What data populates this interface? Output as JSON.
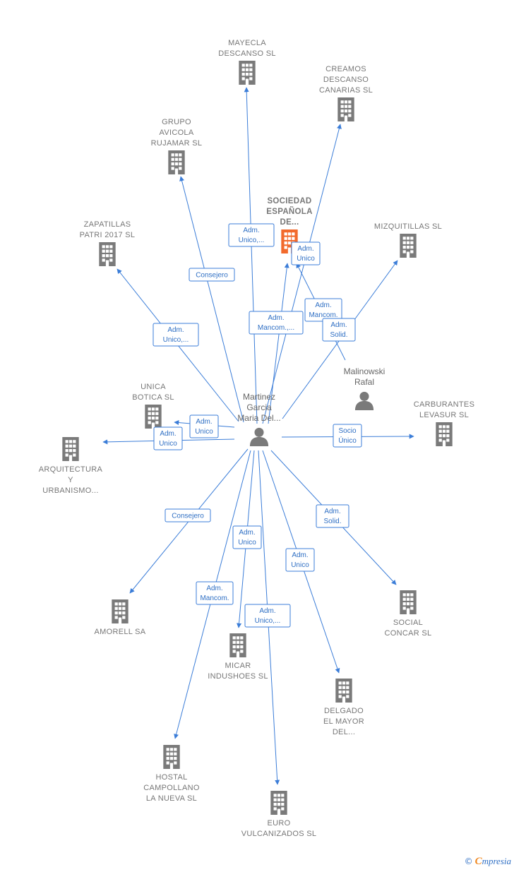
{
  "colors": {
    "edge": "#3b7dd8",
    "building": "#7a7a7a",
    "focus_building": "#f26a2c",
    "person": "#7a7a7a"
  },
  "people": [
    {
      "id": "p_main",
      "lines": [
        "Martinez",
        "Garcia",
        "Maria Del..."
      ],
      "icon": "person-icon"
    },
    {
      "id": "p_mal",
      "lines": [
        "Malinowski",
        "Rafal"
      ],
      "icon": "person-icon"
    }
  ],
  "companies": [
    {
      "id": "mayecla",
      "lines": [
        "MAYECLA",
        "DESCANSO  SL"
      ],
      "icon": "building-icon"
    },
    {
      "id": "creamos",
      "lines": [
        "CREAMOS",
        "DESCANSO",
        "CANARIAS  SL"
      ],
      "icon": "building-icon"
    },
    {
      "id": "grupo",
      "lines": [
        "GRUPO",
        "AVICOLA",
        "RUJAMAR  SL"
      ],
      "icon": "building-icon"
    },
    {
      "id": "sociedad",
      "lines": [
        "SOCIEDAD",
        "ESPAÑOLA",
        "DE..."
      ],
      "icon": "building-icon",
      "focus": true
    },
    {
      "id": "mizqui",
      "lines": [
        "MIZQUITILLAS SL"
      ],
      "icon": "building-icon"
    },
    {
      "id": "zapatillas",
      "lines": [
        "ZAPATILLAS",
        "PATRI 2017  SL"
      ],
      "icon": "building-icon"
    },
    {
      "id": "unica",
      "lines": [
        "UNICA",
        "BOTICA  SL"
      ],
      "icon": "building-icon"
    },
    {
      "id": "carburantes",
      "lines": [
        "CARBURANTES",
        "LEVASUR  SL"
      ],
      "icon": "building-icon"
    },
    {
      "id": "arquitectura",
      "lines": [
        "ARQUITECTURA",
        "Y",
        "URBANISMO..."
      ],
      "icon": "building-icon"
    },
    {
      "id": "amorell",
      "lines": [
        "AMORELL SA"
      ],
      "icon": "building-icon"
    },
    {
      "id": "social",
      "lines": [
        "SOCIAL",
        "CONCAR  SL"
      ],
      "icon": "building-icon"
    },
    {
      "id": "micar",
      "lines": [
        "MICAR",
        "INDUSHOES SL"
      ],
      "icon": "building-icon"
    },
    {
      "id": "delgado",
      "lines": [
        "DELGADO",
        "EL MAYOR",
        "DEL..."
      ],
      "icon": "building-icon"
    },
    {
      "id": "hostal",
      "lines": [
        "HOSTAL",
        "CAMPOLLANO",
        "LA NUEVA SL"
      ],
      "icon": "building-icon"
    },
    {
      "id": "euro",
      "lines": [
        "EURO",
        "VULCANIZADOS SL"
      ],
      "icon": "building-icon"
    }
  ],
  "edges": [
    {
      "from": "p_main",
      "to": "mayecla",
      "label": [
        "Adm.",
        "Unico,..."
      ]
    },
    {
      "from": "p_main",
      "to": "creamos",
      "label": [
        "Adm.",
        "Unico"
      ]
    },
    {
      "from": "p_main",
      "to": "grupo",
      "label": [
        "Consejero"
      ]
    },
    {
      "from": "p_main",
      "to": "sociedad",
      "label": [
        "Adm.",
        "Mancom.,..."
      ]
    },
    {
      "from": "p_mal",
      "to": "sociedad",
      "label": [
        "Adm.",
        "Mancom."
      ]
    },
    {
      "from": "p_main",
      "to": "mizqui",
      "label": [
        "Adm.",
        "Solid."
      ]
    },
    {
      "from": "p_main",
      "to": "zapatillas",
      "label": [
        "Adm.",
        "Unico,..."
      ]
    },
    {
      "from": "p_main",
      "to": "unica",
      "label": [
        "Adm.",
        "Unico"
      ]
    },
    {
      "from": "p_main",
      "to": "arquitectura",
      "label": [
        "Adm.",
        "Unico"
      ]
    },
    {
      "from": "p_main",
      "to": "carburantes",
      "label": [
        "Socio",
        "Único"
      ]
    },
    {
      "from": "p_main",
      "to": "amorell",
      "label": [
        "Consejero"
      ]
    },
    {
      "from": "p_main",
      "to": "social",
      "label": [
        "Adm.",
        "Solid."
      ]
    },
    {
      "from": "p_main",
      "to": "micar",
      "label": [
        "Adm.",
        "Unico"
      ]
    },
    {
      "from": "p_main",
      "to": "delgado",
      "label": [
        "Adm.",
        "Unico"
      ]
    },
    {
      "from": "p_main",
      "to": "hostal",
      "label": [
        "Adm.",
        "Mancom."
      ]
    },
    {
      "from": "p_main",
      "to": "euro",
      "label": [
        "Adm.",
        "Unico,..."
      ]
    }
  ],
  "footer": {
    "copyright": "©",
    "brand_first": "C",
    "brand_rest": "mpresia"
  }
}
